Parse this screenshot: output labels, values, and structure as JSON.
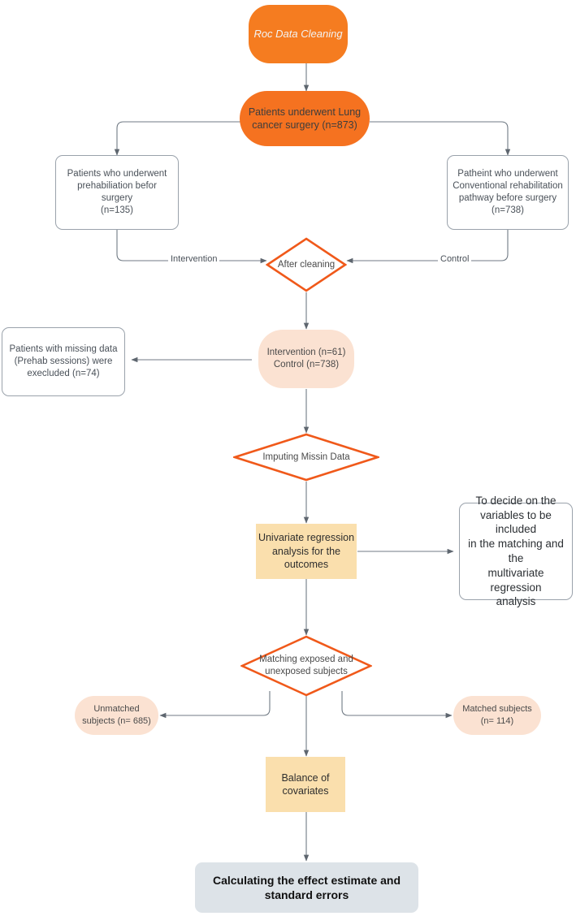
{
  "diagram": {
    "title": "Roc Data Cleaning flowchart",
    "colors": {
      "orange_fill": "#f57220",
      "orange_stroke": "#f0591a",
      "peach_fill": "#fbe2d2",
      "tan_fill": "#fadfad",
      "grayblue_fill": "#dde3e8",
      "edge_stroke": "#707a84",
      "box_stroke": "#9aa2ab",
      "background": "#ffffff"
    },
    "nodes": [
      {
        "id": "start",
        "label": "Roc Data Cleaning",
        "shape": "rounded-rect"
      },
      {
        "id": "cohort",
        "label": "Patients underwent Lung\ncancer  surgery  (n=873)",
        "shape": "stadium"
      },
      {
        "id": "prehab",
        "label": "Patients who underwent\nprehabiliation befor surgery\n(n=135)",
        "shape": "rect"
      },
      {
        "id": "conventional",
        "label": "Patheint who underwent\nConventional rehabilitation\npathway before surgery\n(n=738)",
        "shape": "rect"
      },
      {
        "id": "aftercleaning",
        "label": "After cleaning",
        "shape": "diamond"
      },
      {
        "id": "counts",
        "label": "Intervention (n=61)\nControl  (n=738)",
        "shape": "stadium"
      },
      {
        "id": "excluded",
        "label": "Patients with missing data\n(Prehab sessions) were\nexecluded  (n=74)",
        "shape": "rect"
      },
      {
        "id": "imputing",
        "label": "Imputing Missin Data",
        "shape": "diamond"
      },
      {
        "id": "univariate",
        "label": "Univariate regression\nanalysis for the\noutcomes",
        "shape": "rect"
      },
      {
        "id": "decide",
        "label": "To decide on the\nvariables to be included\nin the matching and the\nmultivariate regression\nanalysis",
        "shape": "rect"
      },
      {
        "id": "matching",
        "label": "Matching exposed and\nunexposed subjects",
        "shape": "diamond"
      },
      {
        "id": "unmatched",
        "label": "Unmatched\nsubjects (n= 685)",
        "shape": "stadium"
      },
      {
        "id": "matched",
        "label": "Matched subjects\n(n= 114)",
        "shape": "stadium"
      },
      {
        "id": "balance",
        "label": "Balance of\ncovariates",
        "shape": "rect"
      },
      {
        "id": "effect",
        "label": "Calculating the effect estimate and\nstandard errors",
        "shape": "rounded-rect"
      }
    ],
    "edge_labels": {
      "intervention": "Intervention",
      "control": "Control"
    }
  }
}
